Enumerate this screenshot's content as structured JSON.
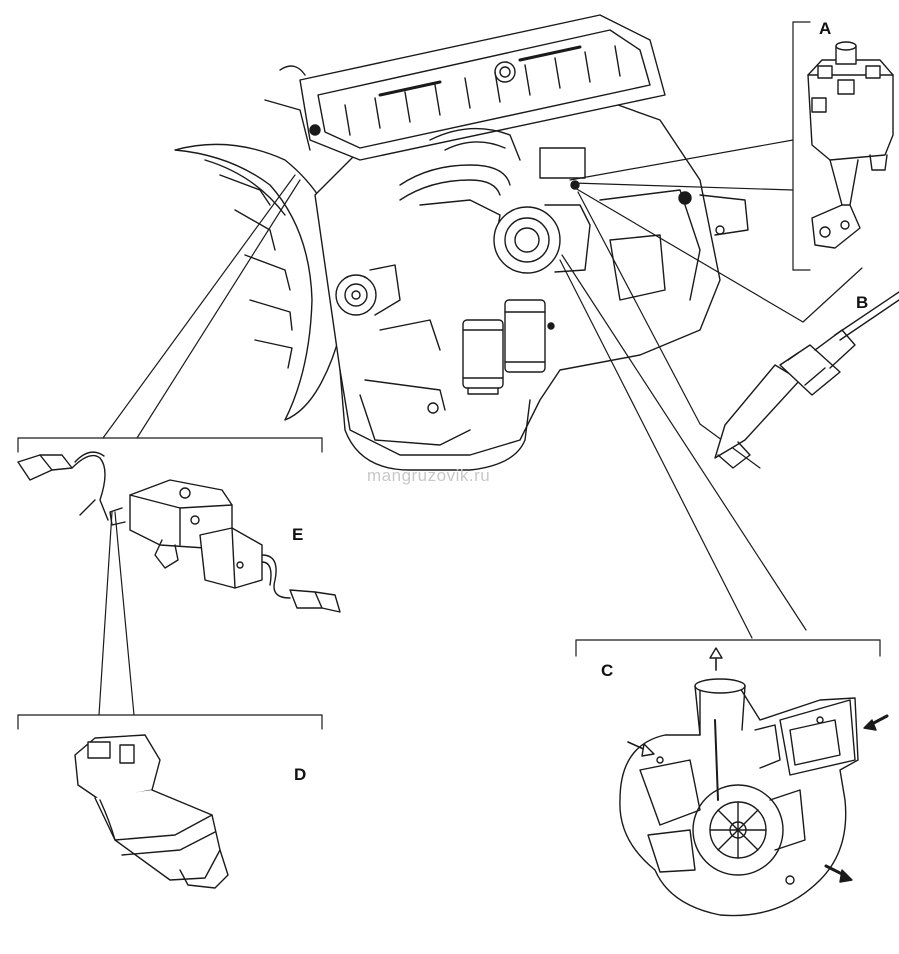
{
  "callouts": {
    "a": "A",
    "b": "B",
    "c": "C",
    "d": "D",
    "e": "E"
  },
  "watermark": "mangruzovik.ru"
}
